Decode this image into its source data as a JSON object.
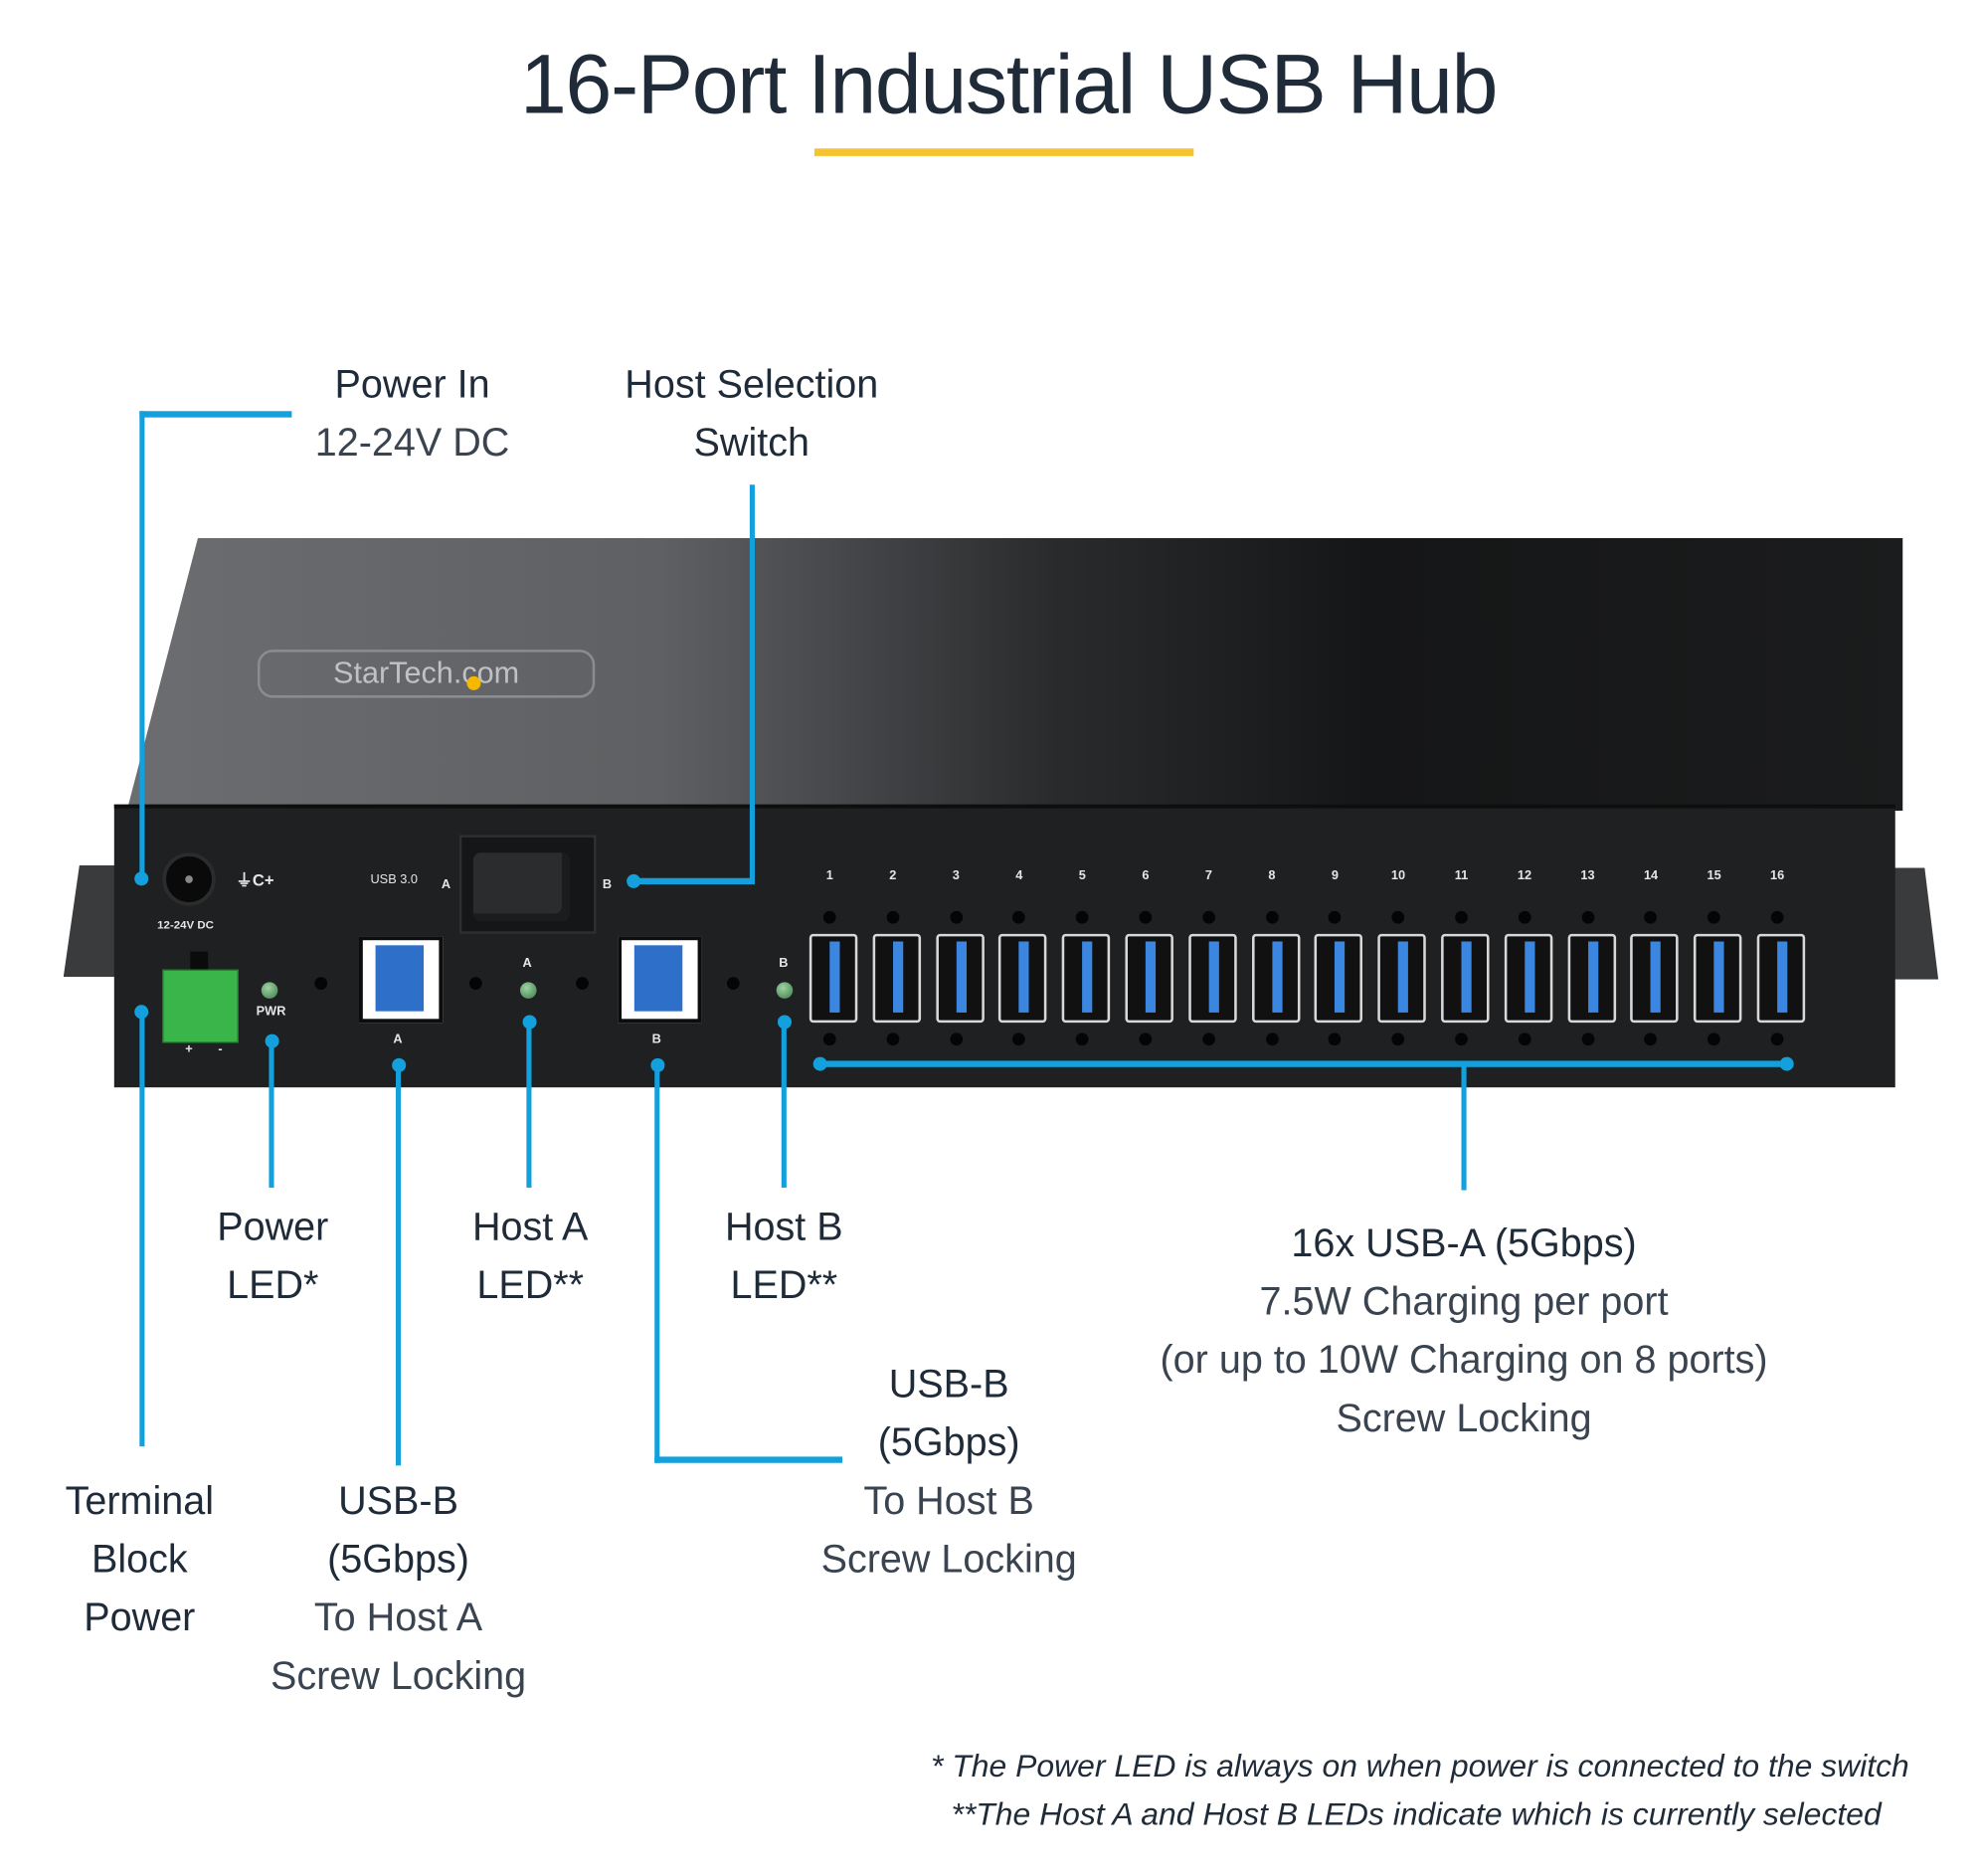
{
  "title": "16-Port Industrial USB Hub",
  "colors": {
    "accent_underline": "#f5c330",
    "callout_line": "#13a0dc",
    "text": "#1f2b38"
  },
  "device": {
    "brand": "StarTech.com",
    "silkscreen": {
      "dc_label": "12-24V DC",
      "dc_symbol": "⏚C+",
      "usb_label": "USB 3.0",
      "switch_a": "A",
      "switch_b": "B",
      "pwr": "PWR",
      "terminal_plus": "+",
      "terminal_minus": "-",
      "port_a": "A",
      "port_b": "B",
      "led_a": "A",
      "led_b": "B"
    },
    "port_numbers": [
      "1",
      "2",
      "3",
      "4",
      "5",
      "6",
      "7",
      "8",
      "9",
      "10",
      "11",
      "12",
      "13",
      "14",
      "15",
      "16"
    ]
  },
  "callouts": {
    "power_in": {
      "title": "Power In",
      "detail": "12-24V DC"
    },
    "host_switch": {
      "line1": "Host Selection",
      "line2": "Switch"
    },
    "power_led": {
      "line1": "Power",
      "line2": "LED*"
    },
    "host_a_led": {
      "line1": "Host A",
      "line2": "LED**"
    },
    "host_b_led": {
      "line1": "Host B",
      "line2": "LED**"
    },
    "usb_a_ports": {
      "title": "16x USB-A (5Gbps)",
      "detail1": "7.5W Charging per port",
      "detail2": "(or up to 10W Charging on 8 ports)",
      "detail3": "Screw Locking"
    },
    "usb_b_host_b": {
      "line1": "USB-B",
      "line2": "(5Gbps)",
      "detail1": "To Host B",
      "detail2": "Screw Locking"
    },
    "terminal_block": {
      "line1": "Terminal",
      "line2": "Block",
      "line3": "Power"
    },
    "usb_b_host_a": {
      "line1": "USB-B",
      "line2": "(5Gbps)",
      "detail1": "To Host A",
      "detail2": "Screw Locking"
    }
  },
  "footnotes": {
    "power_led": "* The Power LED is always on when power is connected to the switch",
    "host_leds": "**The Host A and Host B LEDs indicate which is currently selected"
  }
}
